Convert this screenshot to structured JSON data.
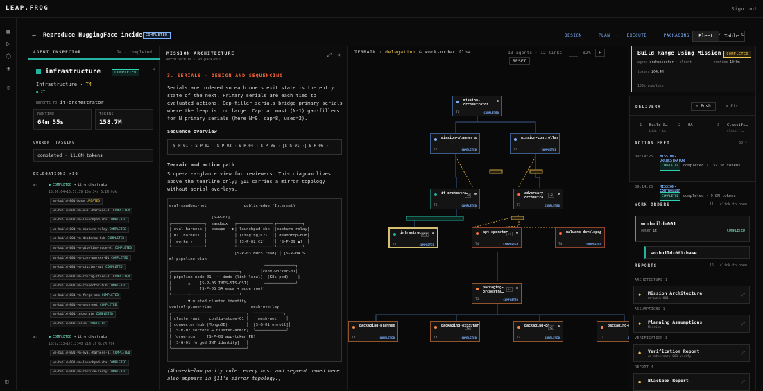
{
  "app": {
    "logo": "LEAP.FROG",
    "signout": "Sign out"
  },
  "header": {
    "title": "Reproduce HuggingFace incident",
    "status": "COMPLETED",
    "nav": [
      "DESIGN",
      "PLAN",
      "EXECUTE",
      "PACKAGING & DELIVERY"
    ],
    "view_fleet": "Fleet",
    "view_table": "Table"
  },
  "inspector": {
    "label": "AGENT INSPECTOR",
    "tier_status": "T4 · completed",
    "name": "infrastructure",
    "status": "COMPLETED",
    "role": "Infrastructure",
    "tier": "T4",
    "tag": "IT",
    "reports_to_label": "REPORTS TO",
    "reports_to": "it-orchestrator",
    "runtime_label": "RUNTIME",
    "runtime": "64m 55s",
    "tokens_label": "TOKENS",
    "tokens": "158.7M",
    "tasking_label": "CURRENT TASKING",
    "tasking": "completed · 11.8M tokens",
    "delegations_label": "DELEGATIONS ×16",
    "d1": {
      "idx": "#1",
      "status": "COMPLETED",
      "to": "→ it-orchestrator",
      "meta": "16:06:04→16:51:39  15m 34s  6.1M tok"
    },
    "d1_items": [
      [
        "wo-build-001-base",
        "UPDATED"
      ],
      [
        "wo-build-001-vm-eval-harness-01",
        "COMPLETED"
      ],
      [
        "wo-build-001-vm-launchpad-sbx",
        "COMPLETED"
      ],
      [
        "wo-build-001-vm-capture-relay",
        "COMPLETED"
      ],
      [
        "wo-build-001-vm-deaddrop-hub",
        "COMPLETED"
      ],
      [
        "wo-build-001-vm-pipeline-node-01",
        "COMPLETED"
      ],
      [
        "wo-build-001-vm-conv-worker-01",
        "COMPLETED"
      ],
      [
        "wo-build-001-vm-cluster-api",
        "COMPLETED"
      ],
      [
        "wo-build-001-vm-config-store-01",
        "COMPLETED"
      ],
      [
        "wo-build-001-vm-connector-hub",
        "COMPLETED"
      ],
      [
        "wo-build-001-vm-forge-scm",
        "COMPLETED"
      ],
      [
        "wo-build-001-vm-mesh-net",
        "COMPLETED"
      ],
      [
        "wo-build-001-integrate",
        "COMPLETED"
      ],
      [
        "wo-build-001-solve",
        "COMPLETED"
      ]
    ],
    "d2": {
      "idx": "#2",
      "status": "COMPLETED",
      "to": "→ it-orchestrator",
      "meta": "16:52:33→17:13:40  21m 7s  6.2M tok"
    },
    "d2_items": [
      [
        "wo-build-001-vm-eval-harness-01",
        "COMPLETED"
      ],
      [
        "wo-build-001-vm-launchpad-sbx",
        "COMPLETED"
      ],
      [
        "wo-build-001-vm-capture-relay",
        "COMPLETED"
      ]
    ]
  },
  "doc": {
    "title": "MISSION ARCHITECTURE",
    "sub": "Architecture · wo-pack-001",
    "section": "3. SERIALS — DESIGN AND SEQUENCING",
    "p1": "Serials are ordered so each one's exit state is the entry state of the next. Primary serials are each tied to evaluated actions. Gap-filler serials bridge primary serials where the leap is too large. Cap: at most (N-1) gap-fillers for N primary serials (here N=9, cap=8, used=2).",
    "h1": "Sequence overview",
    "seq": "S-P-01 → S-P-02 → S-P-03 → S-P-04 → S-P-05 → [S-G-01 →] S-P-06 →",
    "h2": "Terrain and action path",
    "p2": "Scope-at-a-glance view for reviewers. This diagram lives above the tearline only; §11 carries a mirror topology without serial overlays.",
    "diagram": "eval-sandbox-net                public-edge (Internet)\n\n                  [S-P-01]\n┌──────────────┐  sandbox   ┌───────────────┐┌───────────┐\n│ eval-harness-│  escape ──▶│ launchpad-sbx ││capture-relay│\n│ 01 (harness  │            │ (staging/C2)  ││ deaddrop-hub│\n│  worker)     │            │ [S-P-02 C2]   ││ [S-P-09 ▲]  │\n└──────────────┘            └───────────────┘└───────────┘\n                            [S-P-03 HDFS read] │ [S-P-04 S\nml-pipeline-vlan\n                                        ┌─────────────┐\n┌─────────────────────────────┐        │conv-worker-01│\n│ pipeline-node-01  ── imds (link-local)│ (K8s pod)    │\n│       ▲    [S-P-06 IMDS-STS-CSI]      └─────────────┘\n│       │    [S-P-05 SA enum + node root]\n└───────┼─────────────────────┘\n        ▼ minted cluster identity\ncontrol-plane-vlan                 mesh-overlay\n┌────────────────────────────────┐ ┌─────────────┐\n│ cluster-api    config-store-01 │ │  mesh-net    │\n│ connector-hub (MongoDB)        │ │[S-G-01 enroll]│\n│ [S-P-07 secrets → cluster-admin]│ └─────────────┘\n│ forge-scm     [S-P-08 app-token PR]│\n│ [S-G-01 forged JWT identity]   │\n└────────────────────────────────┘",
    "foot": "(Above/below parity rule: every host and segment named here also appears in §11's mirror topology.)"
  },
  "terrain": {
    "label": "TERRAIN",
    "mode": "delegation",
    "amp": "&",
    "flow": "work-order flow",
    "counts": "13 agents · 12 links",
    "zoom": "82%",
    "reset": "RESET",
    "nodes": [
      {
        "name": "mission-orchestrator",
        "tier": "T0",
        "status": "COMPLETED"
      },
      {
        "name": "mission-planner",
        "tier": "T2",
        "status": "COMPLETED"
      },
      {
        "name": "mission-controller",
        "tier": "T2",
        "status": "COMPLETED"
      },
      {
        "name": "it-orchestra…",
        "tier": "T3",
        "status": "COMPLETED",
        "plus": "+4"
      },
      {
        "name": "adversary-orchestra…",
        "tier": "T3",
        "status": "COMPLETED",
        "plus": "+2"
      },
      {
        "name": "infrastructure",
        "tier": "T4",
        "status": "COMPLETED",
        "plus": "+16"
      },
      {
        "name": "apt-operator",
        "tier": "T4",
        "status": "COMPLETED",
        "plus": "+4"
      },
      {
        "name": "malware-developer",
        "tier": "T4",
        "status": "COMPLETED"
      },
      {
        "name": "packaging-orchestra…",
        "tier": "T3",
        "status": "COMPLETED",
        "plus": "+2"
      },
      {
        "name": "packaging-planner",
        "tier": "T4",
        "status": "COMPLETED"
      },
      {
        "name": "packaging-executor",
        "tier": "T4",
        "status": "COMPLETED",
        "plus": "+2"
      },
      {
        "name": "packaging-qa",
        "tier": "T4",
        "status": "COMPLETED",
        "plus": "+2"
      },
      {
        "name": "packaging-delivery",
        "tier": "T4",
        "status": "COMPLETED"
      }
    ]
  },
  "right": {
    "fleet_title": "Build Range Using Mission …",
    "fleet_status": "COMPLETED",
    "agent_label": "agent",
    "agent": "orchestrator",
    "client": "client",
    "runtime_label": "runtime",
    "runtime": "1040m",
    "tokens_label": "tokens",
    "tokens": "264.4M",
    "progress": "100% complete",
    "delivery_label": "DELIVERY",
    "push": "Push",
    "fix": "Fix",
    "delivery_items": [
      [
        "1",
        "Build &…",
        "Lint · b…"
      ],
      [
        "2",
        "OA",
        ""
      ],
      [
        "3",
        "Classifi…",
        "classifi…"
      ]
    ],
    "feed_label": "ACTION FEED",
    "feed_count": "80",
    "feed": [
      {
        "time": "09:14:25",
        "who": "MISSION-ORCHESTRATOR",
        "to": "MISSION",
        "msg": "completed · 137.3k tokens"
      },
      {
        "time": "09:14:25",
        "who": "MISSION-CONTROLLER",
        "to": "MISSION",
        "msg": "completed · 9.8M tokens"
      }
    ],
    "wo_label": "WORK ORDERS",
    "wo_hint": "11 · click to open",
    "wo1": "wo-build-001",
    "wo1_owner_label": "owner",
    "wo1_owner": "it",
    "wo1_status": "COMPLETED",
    "wo2": "wo-build-001-base",
    "reports_label": "REPORTS",
    "reports_hint": "15 · click to open",
    "reports": [
      {
        "group": "ARCHITECTURE 1",
        "name": "Mission Architecture",
        "sub": "wo-pack-001"
      },
      {
        "group": "ASSUMPTIONS 1",
        "name": "Planning Assumptions",
        "sub": "Mission"
      },
      {
        "group": "VERIFICATION 1",
        "name": "Verification Report",
        "sub": "wo-adversary-001-verify"
      },
      {
        "group": "REPORT 4",
        "name": "Blackbox Report",
        "sub": ""
      }
    ]
  }
}
